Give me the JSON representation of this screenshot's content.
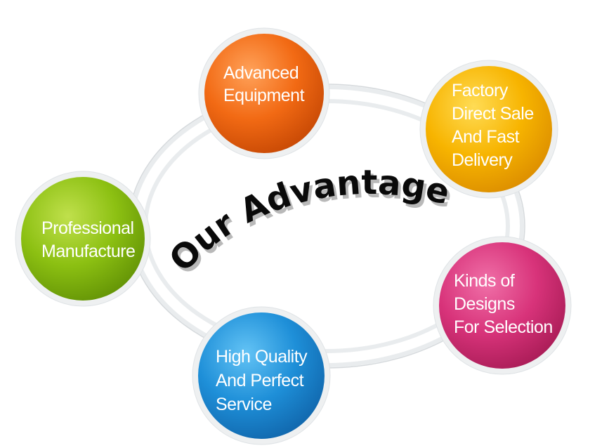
{
  "title": "Our Advantages",
  "nodes": [
    {
      "id": "advanced-equipment",
      "lines": [
        "Advanced",
        "Equipment"
      ],
      "color": "#f26a14"
    },
    {
      "id": "factory-direct-sale",
      "lines": [
        "Factory",
        "Direct Sale",
        "And Fast",
        "Delivery"
      ],
      "color": "#f7b400"
    },
    {
      "id": "kinds-of-designs",
      "lines": [
        "Kinds of",
        "Designs",
        "For Selection"
      ],
      "color": "#d8337a"
    },
    {
      "id": "high-quality-service",
      "lines": [
        "High Quality",
        "And Perfect",
        "Service"
      ],
      "color": "#1e8fd8"
    },
    {
      "id": "professional-manufacture",
      "lines": [
        "Professional",
        "Manufacture"
      ],
      "color": "#8cc012"
    }
  ]
}
